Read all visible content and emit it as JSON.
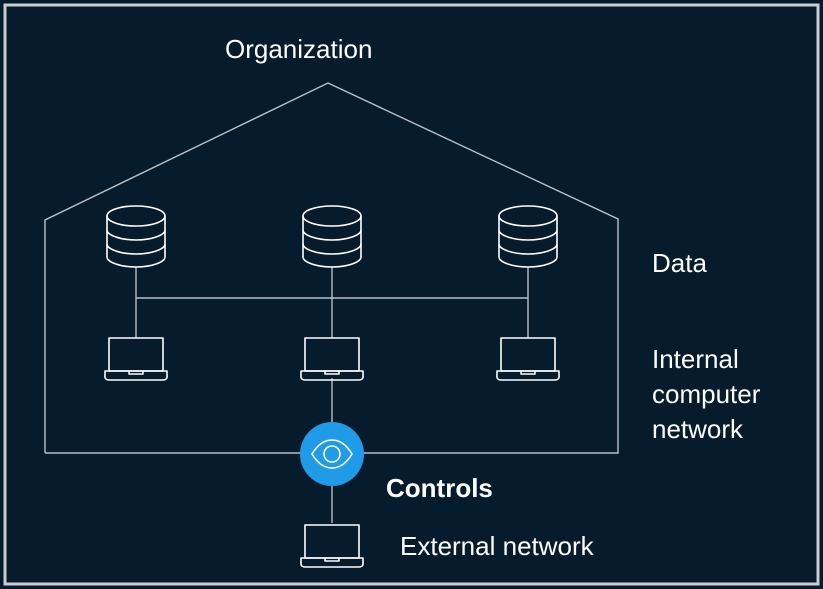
{
  "labels": {
    "organization": "Organization",
    "data": "Data",
    "internal_network": [
      "Internal",
      "computer",
      "network"
    ],
    "controls": "Controls",
    "external_network": "External network"
  },
  "icons": {
    "database": "database-icon",
    "laptop": "laptop-icon",
    "eye": "eye-icon"
  },
  "colors": {
    "background": "#061b2c",
    "frame": "#c9ced2",
    "line": "#b9c0c6",
    "icon_stroke": "#ffffff",
    "accent": "#1f9be8",
    "text": "#ffffff"
  }
}
